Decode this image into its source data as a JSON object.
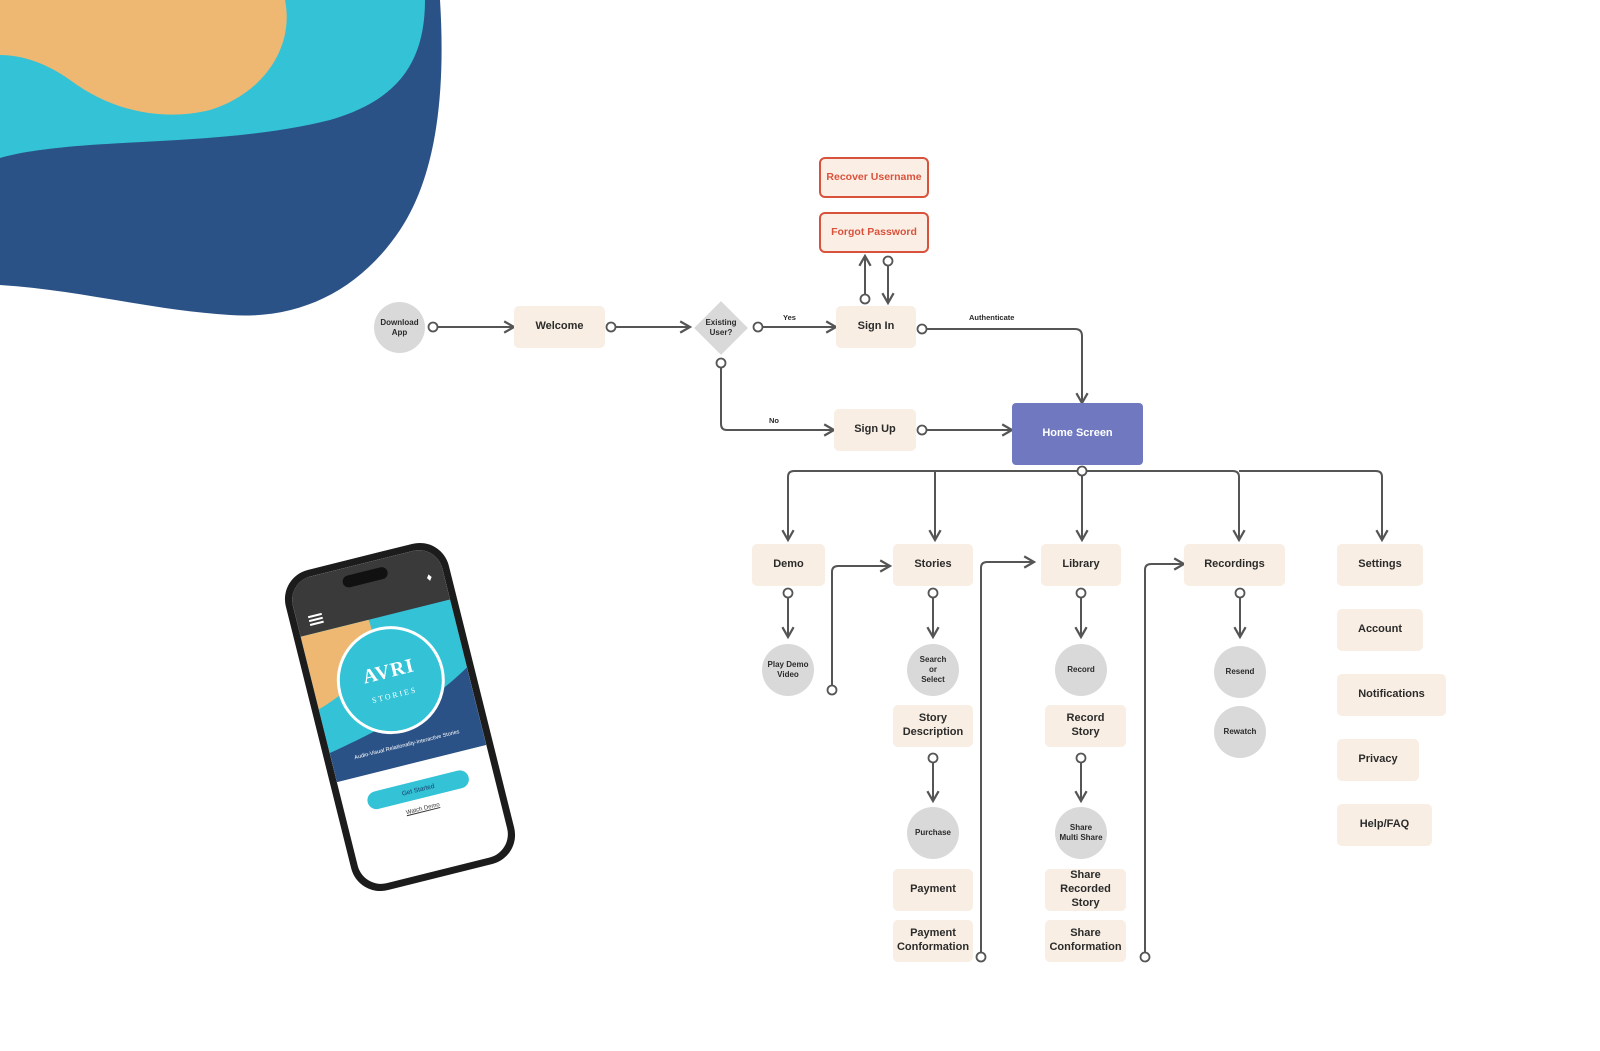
{
  "colors": {
    "background": "#ffffff",
    "blob_dark": "#2b5286",
    "blob_teal": "#33c2d6",
    "blob_sand": "#eeb873",
    "node_fill": "#f8eee3",
    "circle_fill": "#d9d9d9",
    "home_fill": "#7079c0",
    "alert_red": "#d9533c",
    "connector": "#555555"
  },
  "nodes": {
    "download_app": "Download\nApp",
    "welcome": "Welcome",
    "existing_user": "Existing\nUser?",
    "sign_in": "Sign In",
    "sign_up": "Sign Up",
    "recover_username": "Recover Username",
    "forgot_password": "Forgot Password",
    "home_screen": "Home Screen",
    "demo": "Demo",
    "play_demo_video": "Play Demo\nVideo",
    "stories": "Stories",
    "search_or_select": "Search\nor\nSelect",
    "story_description": "Story\nDescription",
    "purchase": "Purchase",
    "payment": "Payment",
    "payment_conformation": "Payment\nConformation",
    "library": "Library",
    "record": "Record",
    "record_story": "Record\nStory",
    "share_multi_share": "Share\nMulti Share",
    "share_recorded_story": "Share\nRecorded Story",
    "share_conformation": "Share\nConformation",
    "recordings": "Recordings",
    "resend": "Resend",
    "rewatch": "Rewatch",
    "settings": "Settings",
    "account": "Account",
    "notifications": "Notifications",
    "privacy": "Privacy",
    "help_faq": "Help/FAQ"
  },
  "edge_labels": {
    "yes": "Yes",
    "no": "No",
    "authenticate": "Authenticate"
  },
  "phone": {
    "logo_name": "AVRI",
    "logo_sub": "STORIES",
    "tagline": "Audio-Visual Relationality-Interactive Stories",
    "cta": "Get Started",
    "secondary_link": "Watch Demo",
    "bell_icon": "bell-icon",
    "menu_icon": "hamburger-menu-icon"
  }
}
